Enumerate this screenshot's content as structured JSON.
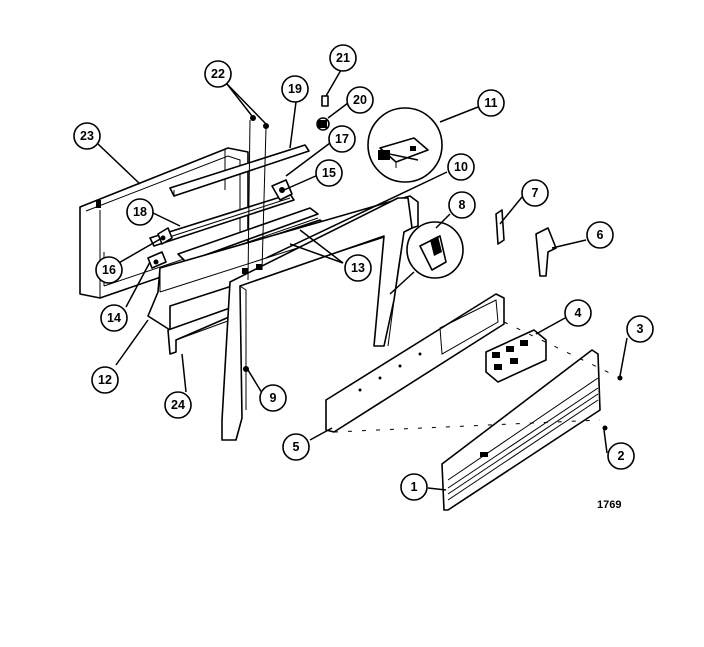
{
  "diagram": {
    "figure_number": "1769",
    "callouts": [
      {
        "label": "1"
      },
      {
        "label": "2"
      },
      {
        "label": "3"
      },
      {
        "label": "4"
      },
      {
        "label": "5"
      },
      {
        "label": "6"
      },
      {
        "label": "7"
      },
      {
        "label": "8"
      },
      {
        "label": "9"
      },
      {
        "label": "10"
      },
      {
        "label": "11"
      },
      {
        "label": "12"
      },
      {
        "label": "13"
      },
      {
        "label": "14"
      },
      {
        "label": "15"
      },
      {
        "label": "16"
      },
      {
        "label": "17"
      },
      {
        "label": "18"
      },
      {
        "label": "19"
      },
      {
        "label": "20"
      },
      {
        "label": "21"
      },
      {
        "label": "22"
      },
      {
        "label": "23"
      },
      {
        "label": "24"
      }
    ]
  }
}
